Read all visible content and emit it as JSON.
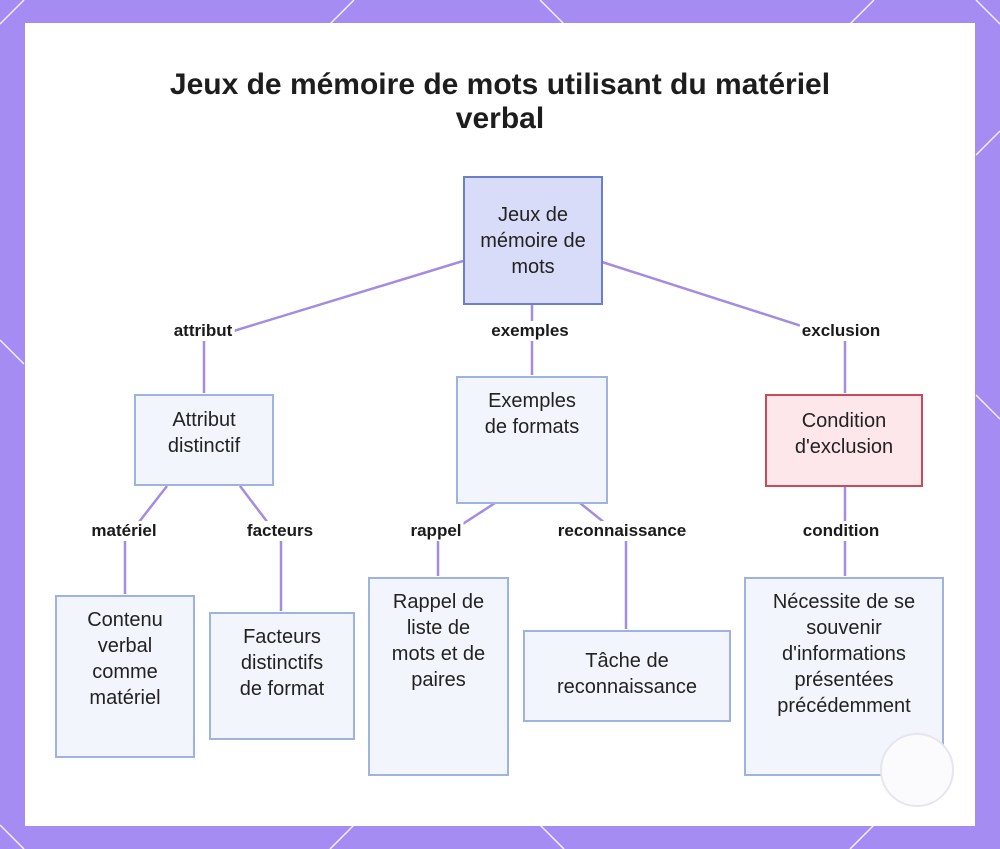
{
  "diagram": {
    "title": "Jeux de mémoire de mots utilisant du matériel verbal",
    "nodes": {
      "root": "Jeux de mémoire de mots",
      "attribut": "Attribut distinctif",
      "exemples": "Exemples de formats",
      "condition": "Condition d'exclusion",
      "contenu": "Contenu verbal comme matériel",
      "facteurs": "Facteurs distinctifs de format",
      "rappel": "Rappel de liste de mots et de paires",
      "tache": "Tâche de reconnaissance",
      "necessite": "Nécessite de se souvenir d'informations présentées précédemment"
    },
    "edges": {
      "attribut": "attribut",
      "exemples": "exemples",
      "exclusion": "exclusion",
      "materiel": "matériel",
      "facteurs": "facteurs",
      "rappel": "rappel",
      "reconnaissance": "reconnaissance",
      "condition": "condition"
    },
    "colors": {
      "background": "#a48cf2",
      "node_fill": "#f3f5fd",
      "node_border": "#9fb3e0",
      "root_fill": "#d9dcf9",
      "exclusion_fill": "#fde7ea",
      "exclusion_border": "#c84b57",
      "connector": "#a48ce0"
    }
  }
}
